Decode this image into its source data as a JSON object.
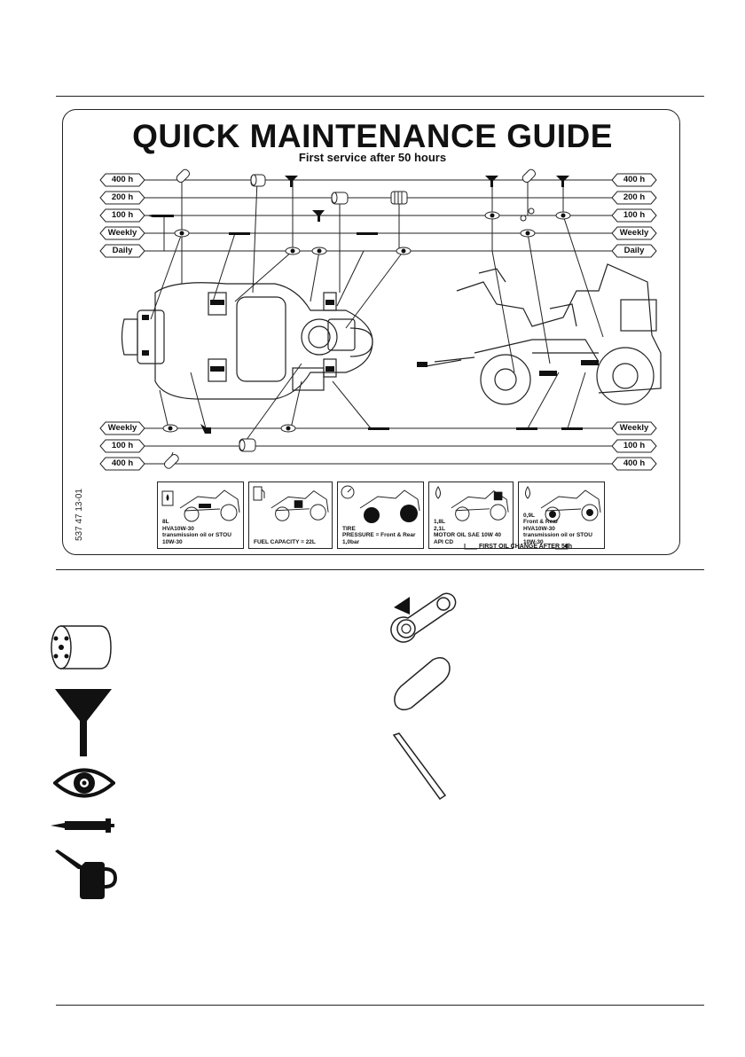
{
  "guide": {
    "title": "QUICK MAINTENANCE GUIDE",
    "subtitle": "First service after 50 hours",
    "part_number": "537 47 13-01"
  },
  "intervals": {
    "h400": "400 h",
    "h200": "200 h",
    "h100": "100 h",
    "weekly": "Weekly",
    "daily": "Daily"
  },
  "info_boxes": [
    {
      "name": "transmission-oil-info",
      "text": "8L\nHVA10W-30\ntransmission oil or STOU 10W-30"
    },
    {
      "name": "fuel-capacity-info",
      "text": "FUEL CAPACITY = 22L"
    },
    {
      "name": "tire-pressure-info",
      "text": "TIRE\nPRESSURE = Front & Rear 1,0bar"
    },
    {
      "name": "motor-oil-info",
      "text": "1,8L\n2,1L\nMOTOR OIL SAE 10W 40 API CD"
    },
    {
      "name": "rear-oil-info",
      "text": "0,9L\nFront & Rear\nHVA10W-30\ntransmission oil or STOU 10W-30"
    }
  ],
  "first_oil_change": "FIRST OIL CHANGE AFTER 50h",
  "legend_icons": [
    "filter-icon",
    "funnel-icon",
    "eye-icon",
    "grease-gun-icon",
    "oil-can-icon",
    "belt-icon",
    "air-filter-icon",
    "spark-plug-strip-icon"
  ],
  "colors": {
    "ink": "#111111",
    "paper": "#ffffff"
  }
}
